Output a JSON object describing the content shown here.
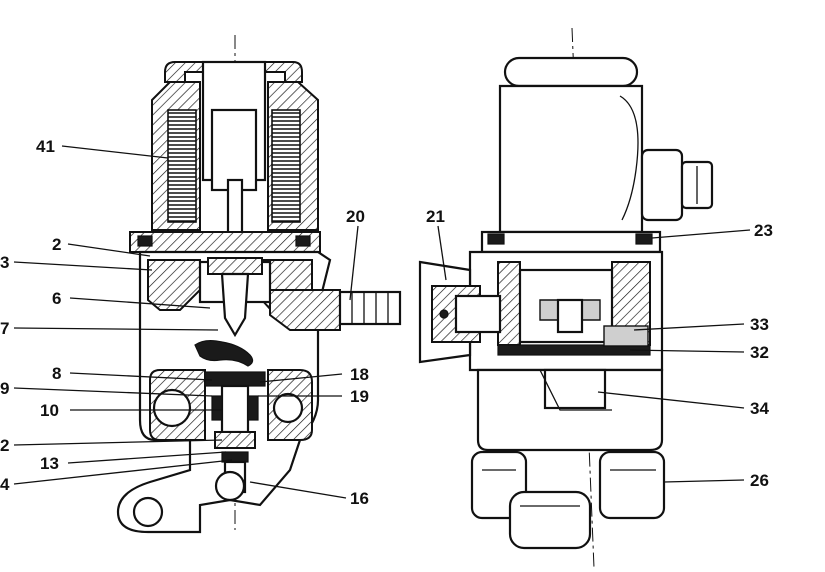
{
  "labels": {
    "l41": "41",
    "l2": "2",
    "l3": "3",
    "l6": "6",
    "l7": "7",
    "l8": "8",
    "l9": "9",
    "l10": "10",
    "l12": "2",
    "l13": "13",
    "l14": "4",
    "l16": "16",
    "l18": "18",
    "l19": "19",
    "l20": "20",
    "l21": "21",
    "l23": "23",
    "l26": "26",
    "l32": "32",
    "l33": "33",
    "l34": "34"
  }
}
